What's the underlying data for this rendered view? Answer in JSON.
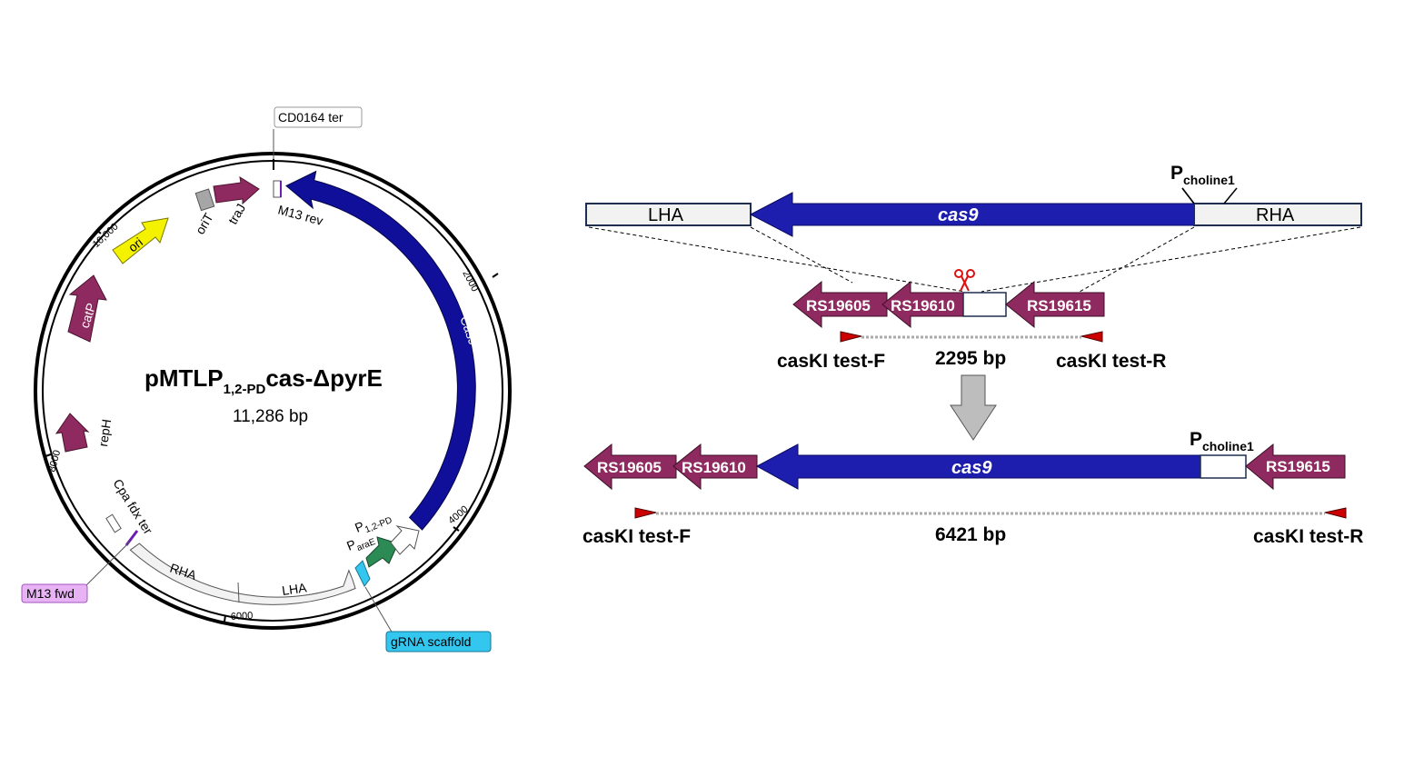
{
  "plasmid": {
    "name_main": "pMTLP",
    "name_sub": "1,2-PD",
    "name_tail": "cas-ΔpyrE",
    "size": "11,286 bp",
    "ticks": [
      "2000",
      "4000",
      "6000",
      "8000",
      "10,000"
    ],
    "features": {
      "cas9": "Cas9",
      "ori": "ori",
      "catP": "catP",
      "repH": "repH",
      "oriT": "oriT",
      "traJ": "traJ",
      "m13rev": "M13 rev",
      "rha": "RHA",
      "lha": "LHA",
      "cpa_ter": "Cpa fdx ter",
      "p12pd_main": "P",
      "p12pd_sub": "1,2-PD",
      "parae_main": "P",
      "parae_sub": "araE"
    },
    "callouts": {
      "cd0164": "CD0164 ter",
      "m13fwd": "M13 fwd",
      "grna": "gRNA scaffold"
    }
  },
  "knockin": {
    "top_construct": {
      "lha": "LHA",
      "cas9": "cas9",
      "rha": "RHA",
      "promoter_main": "P",
      "promoter_sub": "choline1"
    },
    "wildtype": {
      "genes": [
        "RS19605",
        "RS19610",
        "RS19615"
      ],
      "primer_f": "casKI test-F",
      "primer_r": "casKI test-R",
      "size": "2295 bp"
    },
    "edited": {
      "genes": [
        "RS19605",
        "RS19610",
        "RS19615"
      ],
      "cas9": "cas9",
      "promoter_main": "P",
      "promoter_sub": "choline1",
      "primer_f": "casKI test-F",
      "primer_r": "casKI test-R",
      "size": "6421 bp"
    }
  },
  "colors": {
    "gene": "#8e2a5f",
    "cas9": "#0f0f9a",
    "ori": "#f4f200",
    "grna": "#33c6ef",
    "m13fwd": "#e7b3f4",
    "parae": "#2c8a55",
    "primer": "#cc0000"
  }
}
